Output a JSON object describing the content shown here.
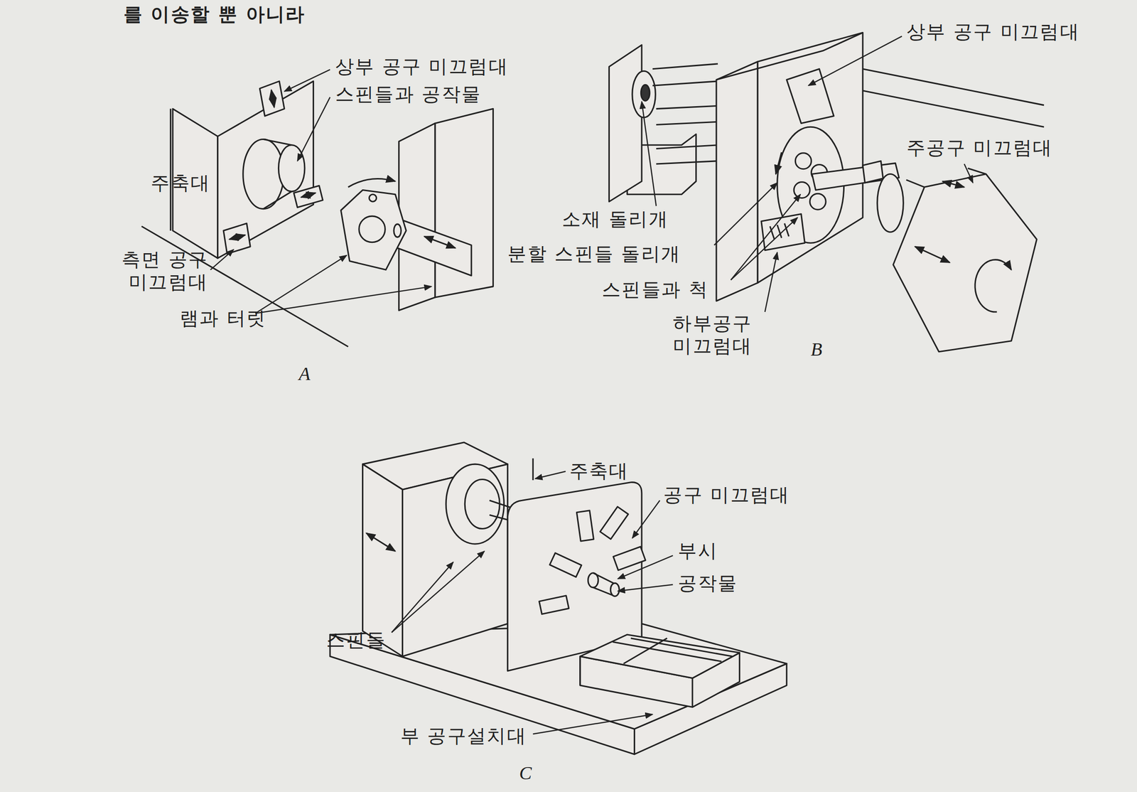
{
  "diagram": {
    "labels": [
      "를 이송할 뿐 아니라",
      "상부 공구 미끄럼대",
      "스핀들과 공작물",
      "주축대",
      "측면 공구 미끄럼대",
      "램과 터릿",
      "A",
      "상부 공구 미끄럼대",
      "주공구 미끄럼대",
      "소재 돌리개",
      "분할 스핀들 돌리개",
      "스핀들과 척",
      "하부공구 미끄럼대",
      "B",
      "주축대",
      "공구 미끄럼대",
      "부시",
      "공작물",
      "스핀들",
      "부 공구설치대",
      "C"
    ]
  }
}
